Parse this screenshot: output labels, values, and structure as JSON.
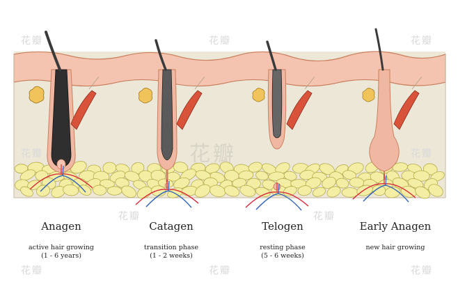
{
  "watermark": {
    "text": "花瓣"
  },
  "stages": [
    {
      "title": "Anagen",
      "description_line1": "active hair growing",
      "description_line2": "(1 - 6 years)"
    },
    {
      "title": "Catagen",
      "description_line1": "transition phase",
      "description_line2": "(1 - 2 weeks)"
    },
    {
      "title": "Telogen",
      "description_line1": "resting phase",
      "description_line2": "(5 - 6 weeks)"
    },
    {
      "title": "Early Anagen",
      "description_line1": "new hair growing",
      "description_line2": ""
    }
  ],
  "colors": {
    "dermis": "#ece7d6",
    "epidermis": "#f5c4b0",
    "epidermis_line": "#c9805f",
    "fat_cell": "#f4eea4",
    "fat_outline": "#b7ad4c",
    "hair": "#3a3a3a",
    "muscle": "#d9533b",
    "gland": "#f0c45a",
    "artery": "#d8283a",
    "vein": "#2f64b6"
  }
}
